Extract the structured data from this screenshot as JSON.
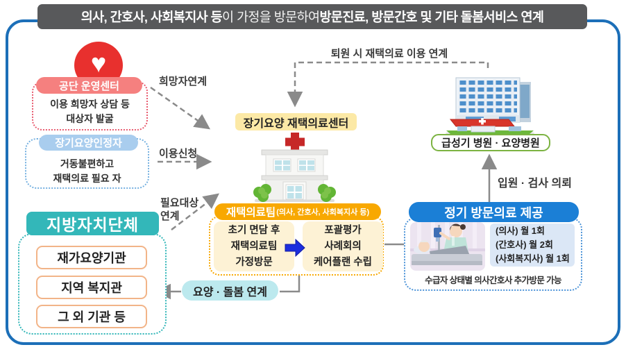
{
  "banner": {
    "part1": "의사, 간호사, 사회복지사 등",
    "part2": "이 가정을 방문하여 ",
    "part3": "방문진료, 방문간호 및 기타 돌봄서비스 연계"
  },
  "left": {
    "nhis": {
      "title": "공단 운영센터",
      "line1": "이용 희망자 상담 등",
      "line2": "대상자 발굴"
    },
    "recipient": {
      "title": "장기요양인정자",
      "line1": "거동불편하고",
      "line2": "재택의료 필요 자"
    },
    "gov": {
      "title": "지방자치단체",
      "items": [
        "재가요양기관",
        "지역 복지관",
        "그 외 기관 등"
      ]
    }
  },
  "links": {
    "hope": "희망자연계",
    "apply": "이용신청",
    "need_line1": "필요대상",
    "need_line2": "연계",
    "discharge": "퇴원 시 재택의료 이용 연계",
    "admission": "입원 · 검사 의뢰",
    "care_link": "요양 · 돌봄 연계"
  },
  "center": {
    "center_label": "장기요양 재택의료센터",
    "team": {
      "title": "재택의료팀",
      "subtitle": "(의사, 간호사, 사회복지사 등)",
      "step1": [
        "초기 면담 후",
        "재택의료팀",
        "가정방문"
      ],
      "step2": [
        "포괄평가",
        "사례회의",
        "케어플랜 수립"
      ]
    }
  },
  "right": {
    "hospital_label": "급성기 병원 · 요양병원",
    "visit": {
      "title": "정기 방문의료 제공",
      "schedule": [
        "(의사) 월 1회",
        "(간호사) 월 2회",
        "(사회복지사) 월 1회"
      ],
      "note": "수급자 상태별 의사간호사 추가방문 가능"
    }
  },
  "colors": {
    "frame_blue": "#1c6fb8",
    "banner_gray": "#58595b",
    "nhis_pink": "#f5807f",
    "recipient_blue": "#a9cdee",
    "gov_teal": "#33b7b9",
    "org_border_orange": "#f2b488",
    "center_label_yellow": "#fce9a6",
    "team_orange": "#f8a801",
    "cream": "#fdf2d5",
    "process_arrow_blue": "#1c2ede",
    "care_link_cyan": "#bce9ee",
    "visit_blue": "#1b7fd6",
    "schedule_bg": "#dbe7f6",
    "acute_green": "#7cb342",
    "heart_red": "#e8302e",
    "connector_gray": "#8a8a8a"
  }
}
